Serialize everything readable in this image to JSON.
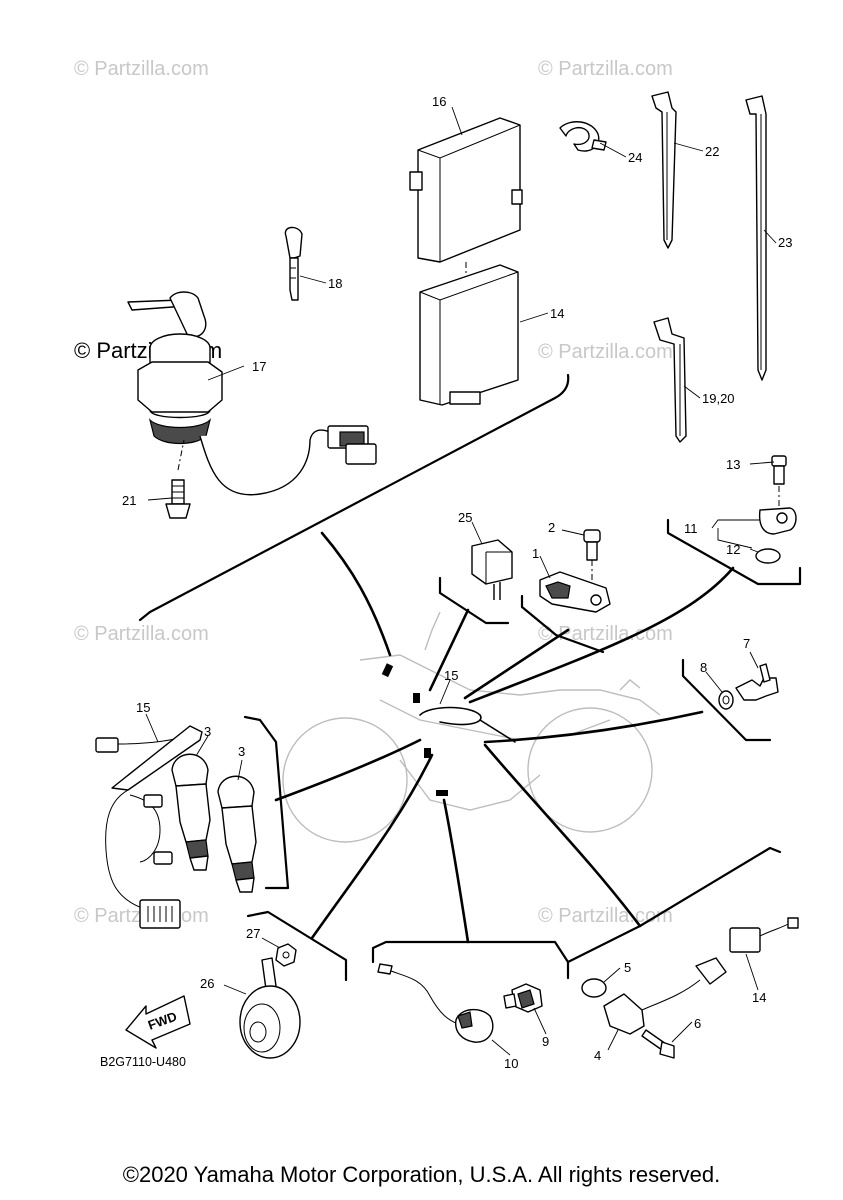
{
  "watermark": {
    "text": "© Partzilla.com",
    "main_text": "© Partzilla.com"
  },
  "callouts": {
    "c1": "1",
    "c2": "2",
    "c3a": "3",
    "c3b": "3",
    "c4": "4",
    "c5": "5",
    "c6": "6",
    "c7": "7",
    "c8": "8",
    "c9": "9",
    "c10": "10",
    "c11": "11",
    "c12": "12",
    "c13": "13",
    "c14a": "14",
    "c14b": "14",
    "c15a": "15",
    "c15b": "15",
    "c16": "16",
    "c17": "17",
    "c18": "18",
    "c1920": "19,20",
    "c21": "21",
    "c22": "22",
    "c23": "23",
    "c24": "24",
    "c25": "25",
    "c26": "26",
    "c27": "27"
  },
  "fwd_label": "FWD",
  "diagram_code": "B2G7110-U480",
  "copyright": "©2020 Yamaha Motor Corporation, U.S.A. All rights reserved."
}
